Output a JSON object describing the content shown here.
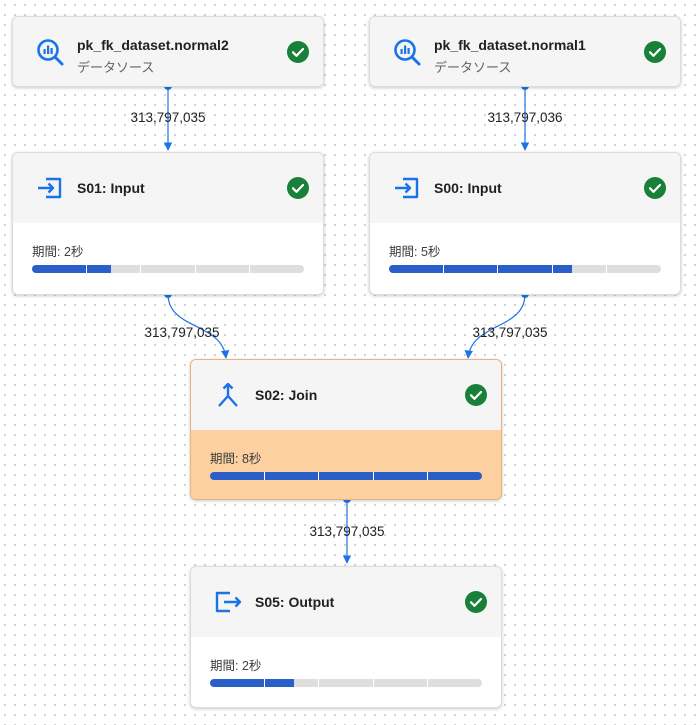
{
  "nodes": {
    "src2": {
      "title": "pk_fk_dataset.normal2",
      "subtitle": "データソース",
      "icon": "search-chart-icon",
      "status": "completed"
    },
    "src1": {
      "title": "pk_fk_dataset.normal1",
      "subtitle": "データソース",
      "icon": "search-chart-icon",
      "status": "completed"
    },
    "s01": {
      "title": "S01: Input",
      "duration": "期間: 2秒",
      "progress": 0.29,
      "icon": "input-icon",
      "status": "completed"
    },
    "s00": {
      "title": "S00: Input",
      "duration": "期間: 5秒",
      "progress": 0.67,
      "icon": "input-icon",
      "status": "completed"
    },
    "s02": {
      "title": "S02: Join",
      "duration": "期間: 8秒",
      "progress": 1.0,
      "icon": "join-icon",
      "status": "completed"
    },
    "s05": {
      "title": "S05: Output",
      "duration": "期間: 2秒",
      "progress": 0.31,
      "icon": "output-icon",
      "status": "completed"
    }
  },
  "edges": {
    "src2_s01": "313,797,035",
    "src1_s00": "313,797,036",
    "s01_s02": "313,797,035",
    "s00_s02": "313,797,035",
    "s02_s05": "313,797,035"
  },
  "colors": {
    "accent": "#1a73e8",
    "success": "#188038",
    "active_body": "#fdd09f",
    "progress": "#2a5ec8"
  }
}
